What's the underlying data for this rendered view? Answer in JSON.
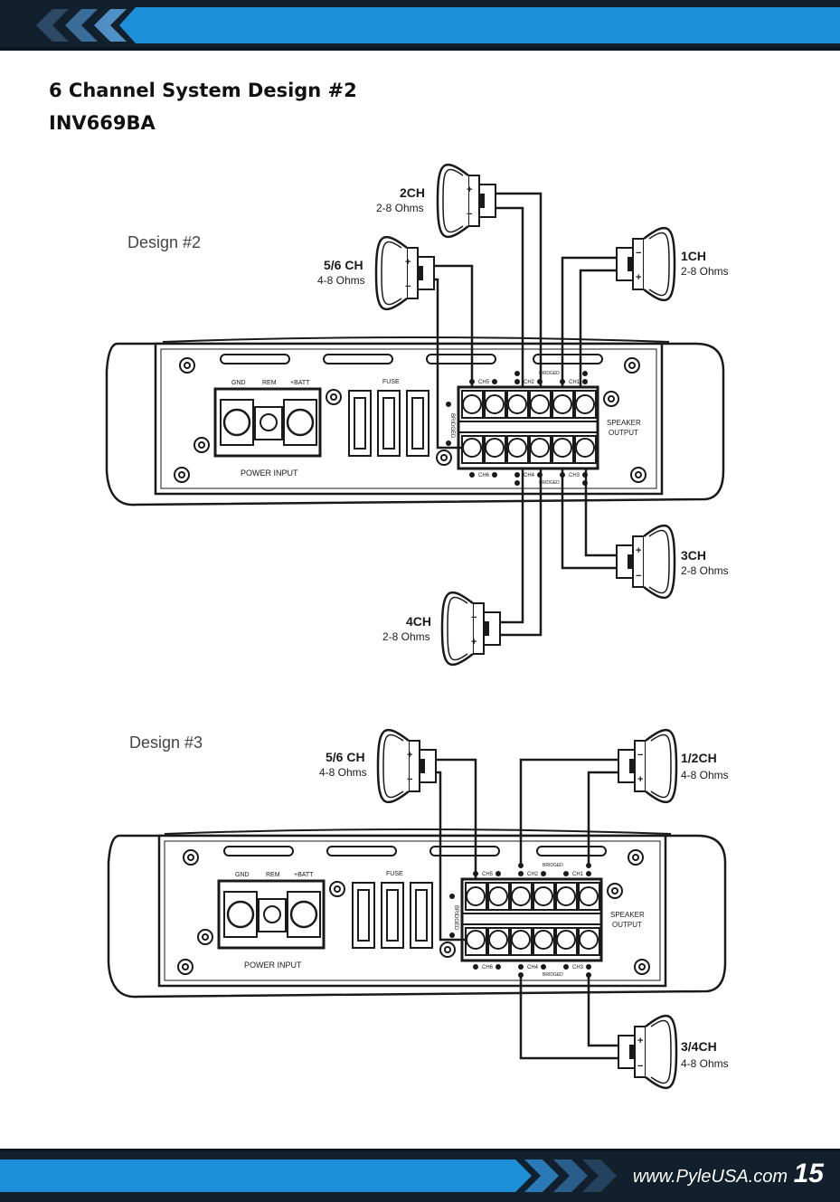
{
  "page": {
    "title_line1": "6 Channel System Design #2",
    "title_line2": "INV669BA",
    "footer_url": "www.PyleUSA.com",
    "page_number": "15"
  },
  "colors": {
    "accent_blue": "#1d8fd8",
    "dark_navy": "#12202e",
    "line_black": "#1a1a1a"
  },
  "amp_labels": {
    "gnd": "GND",
    "rem": "REM",
    "batt": "+BATT",
    "fuse": "FUSE",
    "power_input": "POWER  INPUT",
    "speaker": "SPEAKER",
    "output": "OUTPUT",
    "bridged": "BRIDGED",
    "bridged_side": "BRIDGED",
    "ch5": "CH5",
    "ch2": "CH2",
    "ch1": "CH1",
    "ch6": "CH6",
    "ch4": "CH4",
    "ch3": "CH3",
    "plus": "+",
    "minus": "−"
  },
  "design2": {
    "label": "Design #2",
    "spk_2ch": {
      "name": "2CH",
      "ohms": "2-8 Ohms"
    },
    "spk_56ch": {
      "name": "5/6 CH",
      "ohms": "4-8 Ohms"
    },
    "spk_1ch": {
      "name": "1CH",
      "ohms": "2-8 Ohms"
    },
    "spk_3ch": {
      "name": "3CH",
      "ohms": "2-8 Ohms"
    },
    "spk_4ch": {
      "name": "4CH",
      "ohms": "2-8 Ohms"
    }
  },
  "design3": {
    "label": "Design #3",
    "spk_56ch": {
      "name": "5/6 CH",
      "ohms": "4-8 Ohms"
    },
    "spk_12ch": {
      "name": "1/2CH",
      "ohms": "4-8 Ohms"
    },
    "spk_34ch": {
      "name": "3/4CH",
      "ohms": "4-8 Ohms"
    }
  }
}
